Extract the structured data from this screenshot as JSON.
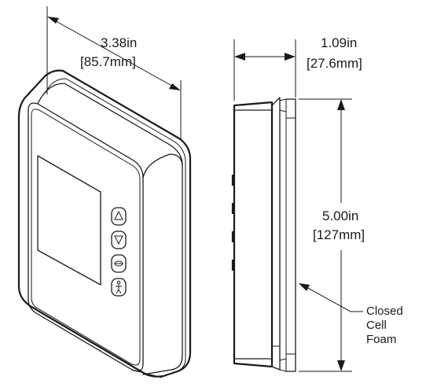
{
  "dimensions": {
    "width": {
      "imperial": "3.38in",
      "metric": "[85.7mm]"
    },
    "depth": {
      "imperial": "1.09in",
      "metric": "[27.6mm]"
    },
    "height": {
      "imperial": "5.00in",
      "metric": "[127mm]"
    }
  },
  "callout": {
    "line1": "Closed",
    "line2": "Cell",
    "line3": "Foam"
  },
  "buttons": [
    {
      "icon": "up-arrow-icon"
    },
    {
      "icon": "down-arrow-icon"
    },
    {
      "icon": "mode-icon"
    },
    {
      "icon": "occupancy-icon"
    }
  ]
}
